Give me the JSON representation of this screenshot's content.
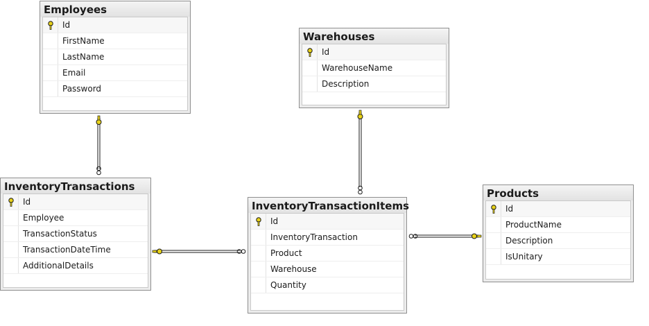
{
  "tables": {
    "employees": {
      "title": "Employees",
      "columns": [
        "Id",
        "FirstName",
        "LastName",
        "Email",
        "Password"
      ],
      "primary_key": "Id"
    },
    "warehouses": {
      "title": "Warehouses",
      "columns": [
        "Id",
        "WarehouseName",
        "Description"
      ],
      "primary_key": "Id"
    },
    "inventory_transactions": {
      "title": "InventoryTransactions",
      "columns": [
        "Id",
        "Employee",
        "TransactionStatus",
        "TransactionDateTime",
        "AdditionalDetails"
      ],
      "primary_key": "Id"
    },
    "inventory_transaction_items": {
      "title": "InventoryTransactionItems",
      "columns": [
        "Id",
        "InventoryTransaction",
        "Product",
        "Warehouse",
        "Quantity"
      ],
      "primary_key": "Id"
    },
    "products": {
      "title": "Products",
      "columns": [
        "Id",
        "ProductName",
        "Description",
        "IsUnitary"
      ],
      "primary_key": "Id"
    }
  },
  "relationships": [
    {
      "from": "Employees",
      "to": "InventoryTransactions",
      "one_end": "Employees",
      "many_end": "InventoryTransactions"
    },
    {
      "from": "Warehouses",
      "to": "InventoryTransactionItems",
      "one_end": "Warehouses",
      "many_end": "InventoryTransactionItems"
    },
    {
      "from": "InventoryTransactions",
      "to": "InventoryTransactionItems",
      "one_end": "InventoryTransactions",
      "many_end": "InventoryTransactionItems"
    },
    {
      "from": "Products",
      "to": "InventoryTransactionItems",
      "one_end": "Products",
      "many_end": "InventoryTransactionItems"
    }
  ],
  "colors": {
    "key_icon": "#e8d21a",
    "line": "#1a1a1a"
  }
}
